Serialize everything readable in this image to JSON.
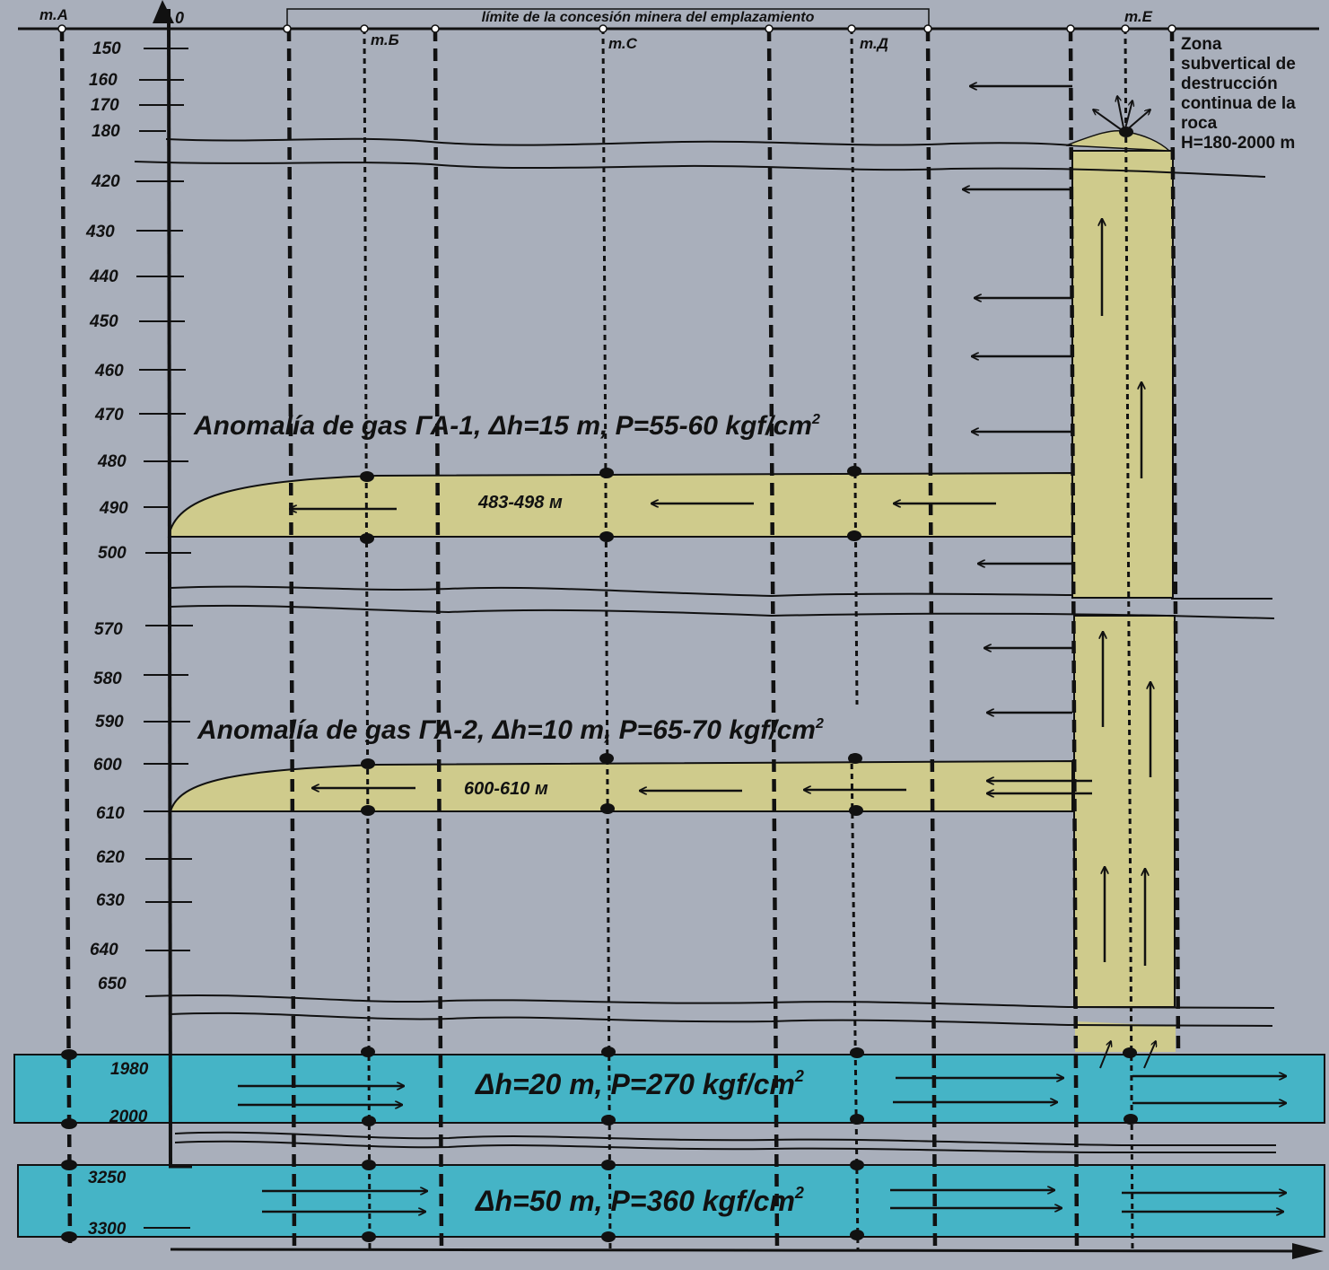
{
  "concession_label": "límite de la concesión minera del emplazamiento",
  "axis_zero": "0",
  "wells": [
    "т.А",
    "т.Б",
    "т.С",
    "т.Д",
    "т.Е"
  ],
  "depth_ticks": [
    "150",
    "160",
    "170",
    "180",
    "420",
    "430",
    "440",
    "450",
    "460",
    "470",
    "480",
    "490",
    "500",
    "570",
    "580",
    "590",
    "600",
    "610",
    "620",
    "630",
    "640",
    "650",
    "1980",
    "2000",
    "3250",
    "3300"
  ],
  "zone_note": [
    "Zona",
    "subvertical de",
    "destrucción",
    "continua de la",
    "roca",
    "H=180-2000 m"
  ],
  "anomaly1": {
    "title": "Anomalía de gas ГА-1, Δh=15 m, P=55-60 kgf/cm",
    "sup": "2",
    "range": "483-498 м"
  },
  "anomaly2": {
    "title": "Anomalía de gas ГА-2, Δh=10 m, P=65-70 kgf/cm",
    "sup": "2",
    "range": "600-610 м"
  },
  "layer1": {
    "label": "Δh=20 m, P=270 kgf/cm",
    "sup": "2"
  },
  "layer2": {
    "label": "Δh=50 m, P=360 kgf/cm",
    "sup": "2"
  },
  "colors": {
    "background": "#a9afbb",
    "gas": "#cfcb8c",
    "aquifer": "#45b4c6",
    "ink": "#111111"
  }
}
